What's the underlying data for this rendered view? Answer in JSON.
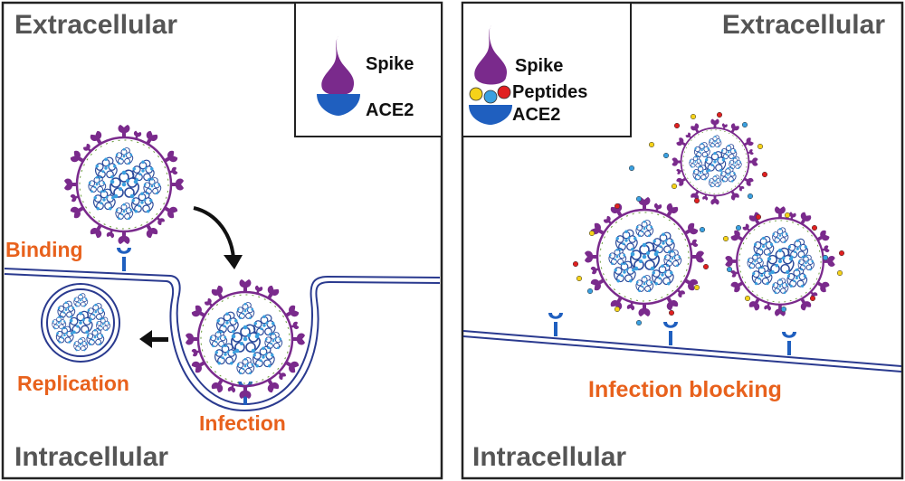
{
  "left_panel": {
    "top_label": "Extracellular",
    "bottom_label": "Intracellular",
    "legend": {
      "spike": "Spike",
      "ace2": "ACE2"
    },
    "steps": {
      "binding": "Binding",
      "infection": "Infection",
      "replication": "Replication"
    }
  },
  "right_panel": {
    "top_label": "Extracellular",
    "bottom_label": "Intracellular",
    "legend": {
      "spike": "Spike",
      "peptides": "Peptides",
      "ace2": "ACE2"
    },
    "result": "Infection blocking"
  },
  "colors": {
    "spike": "#7a2a8c",
    "ace2": "#1f5fbf",
    "membrane": "#2a3a8f",
    "rna": "#2a4a9a",
    "nucleo": "#3aa0e0",
    "label_gray": "#555555",
    "label_orange": "#e8611c",
    "peptide_yellow": "#f5d21a",
    "peptide_red": "#e02020",
    "peptide_blue": "#3aa0e0"
  }
}
